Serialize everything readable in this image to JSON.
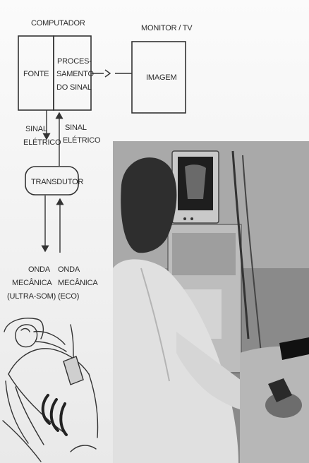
{
  "diagram": {
    "computer_label": "COMPUTADOR",
    "monitor_label": "MONITOR / TV",
    "source_box": "FONTE",
    "processing_box": [
      "PROCES-",
      "SAMENTO",
      "DO SINAL"
    ],
    "image_box": "IMAGEM",
    "signal_left": [
      "SINAL",
      "ELÉTRICO"
    ],
    "signal_right": [
      "SINAL",
      "ELÉTRICO"
    ],
    "transducer": "TRANSDUTOR",
    "wave_left": [
      "ONDA",
      "MECÂNICA",
      "(ULTRA-SOM)"
    ],
    "wave_right": [
      "ONDA",
      "MECÂNICA",
      "(ECO)"
    ]
  },
  "photo": {
    "description_icon": "ultrasound-exam-photo"
  }
}
